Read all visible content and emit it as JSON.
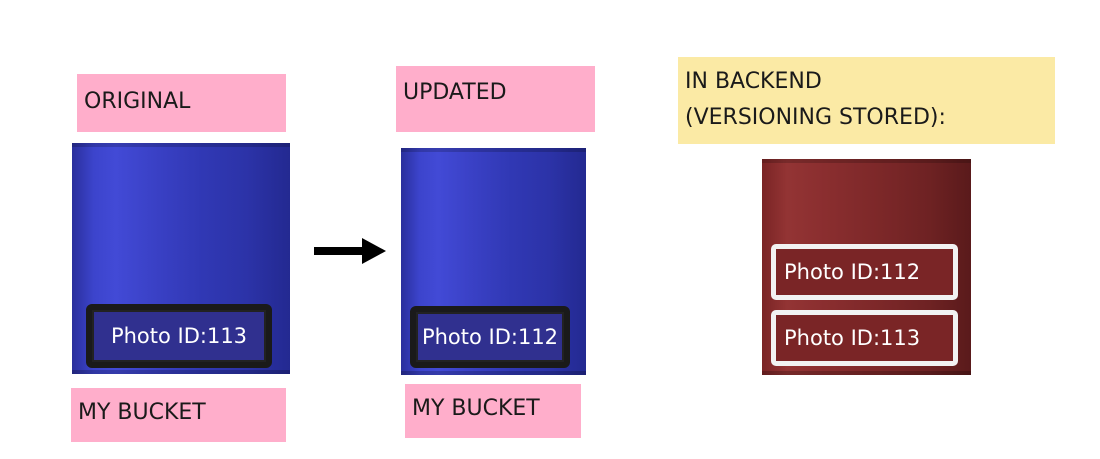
{
  "original": {
    "title": "ORIGINAL",
    "bucket_label": "MY BUCKET",
    "photo_tag": "Photo ID:113"
  },
  "updated": {
    "title": "UPDATED",
    "bucket_label": "MY BUCKET",
    "photo_tag": "Photo ID:112"
  },
  "backend": {
    "title_line1": "IN BACKEND",
    "title_line2": "(VERSIONING STORED):",
    "versions": [
      "Photo ID:112",
      "Photo ID:113"
    ]
  },
  "colors": {
    "label_pink": "#ffaecb",
    "label_yellow": "#fbeaa5",
    "bucket_blue": "#3a41c4",
    "bucket_red": "#7d2829",
    "arrow": "#000000"
  },
  "icons": [
    "right-arrow-icon"
  ]
}
